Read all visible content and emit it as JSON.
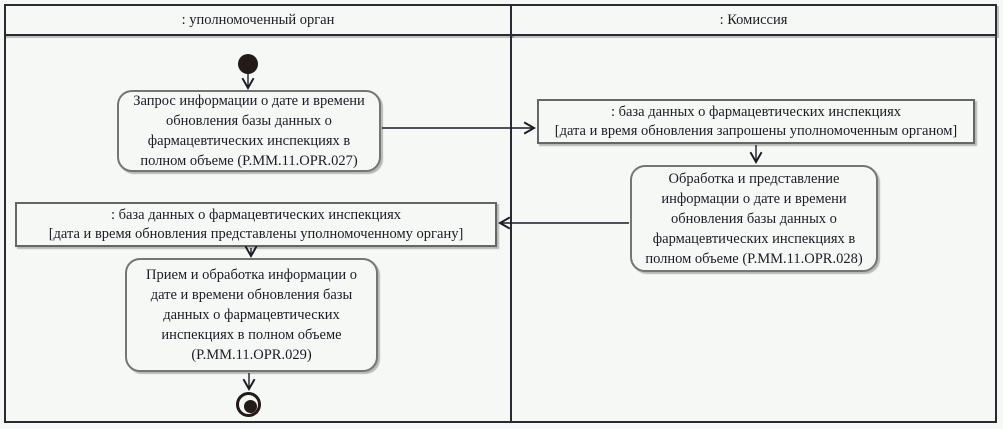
{
  "diagram": {
    "type": "uml-activity-swimlane",
    "colors": {
      "background": "#f5f8f5",
      "frame_border": "#2a2a33",
      "box_border": "#757575",
      "object_border": "#666666",
      "text": "#1c1c26",
      "node_fill": "#241a18"
    },
    "lanes": [
      {
        "label": ": уполномоченный орган"
      },
      {
        "label": ": Комиссия"
      }
    ],
    "nodes": {
      "activity1": {
        "text": "Запрос информации о дате и времени обновления базы данных о фармацевтических инспекциях в полном объеме (P.MM.11.OPR.027)"
      },
      "object1": {
        "name": ": база данных о фармацевтических инспекциях",
        "state": "[дата и время обновления запрошены уполномоченным органом]"
      },
      "activity2": {
        "text": "Обработка и представление информации о дате и времени обновления базы данных о фармацевтических инспекциях в полном объеме (P.MM.11.OPR.028)"
      },
      "object2": {
        "name": ": база данных о фармацевтических инспекциях",
        "state": "[дата и время обновления представлены уполномоченному органу]"
      },
      "activity3": {
        "text": "Прием и обработка информации о дате и времени обновления базы данных о фармацевтических инспекциях в полном объеме (P.MM.11.OPR.029)"
      }
    }
  }
}
